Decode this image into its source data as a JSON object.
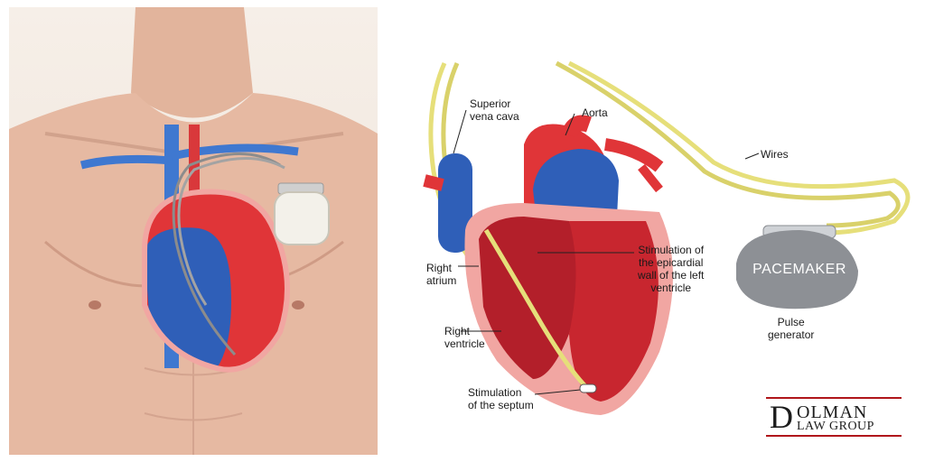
{
  "labels": {
    "superior_vena_cava": "Superior\nvena cava",
    "aorta": "Aorta",
    "wires": "Wires",
    "right_atrium": "Right\natrium",
    "stimulation_epicardial": "Stimulation of\nthe epicardial\nwall of the left\nventricle",
    "right_ventricle": "Right\nventricle",
    "stimulation_septum": "Stimulation\nof the septum",
    "pulse_generator": "Pulse\ngenerator",
    "pacemaker": "PACEMAKER"
  },
  "logo": {
    "initial": "D",
    "word_top": "OLMAN",
    "word_bottom": "LAW GROUP"
  },
  "colors": {
    "skin": "#e6b9a2",
    "artery_red": "#e03538",
    "vein_blue": "#2f5fb8",
    "wire_yellow": "#e6df7a",
    "pacemaker_grey": "#8d9095",
    "logo_red": "#b0161b"
  }
}
